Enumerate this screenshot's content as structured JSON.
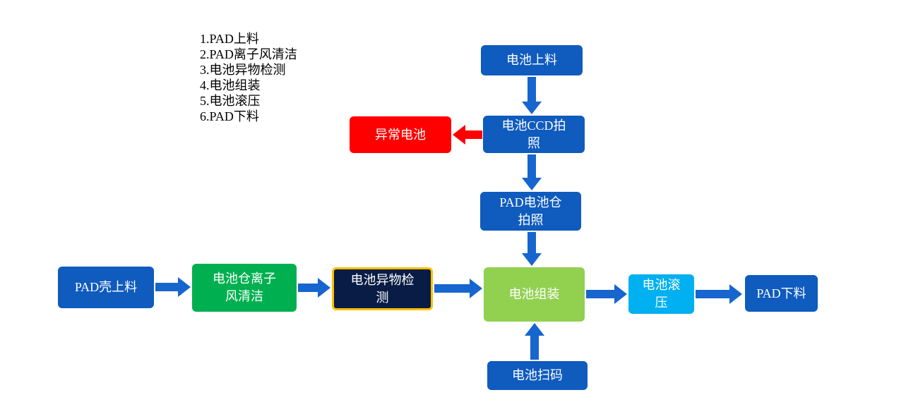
{
  "legend": {
    "items": [
      "1.PAD上料",
      "2.PAD离子风清洁",
      "3.电池异物检测",
      "4.电池组装",
      "5.电池滚压",
      "6.PAD下料"
    ]
  },
  "nodes": {
    "battery_loading": {
      "label": "电池上料"
    },
    "battery_ccd_photo": {
      "label": "电池CCD拍\n照"
    },
    "abnormal_battery": {
      "label": "异常电池"
    },
    "pad_battery_bay_photo": {
      "label": "PAD电池仓\n拍照"
    },
    "battery_assembly": {
      "label": "电池组装"
    },
    "battery_scan": {
      "label": "电池扫码"
    },
    "pad_shell_loading": {
      "label": "PAD壳上料"
    },
    "bay_ion_wind_clean": {
      "label": "电池仓离子\n风清洁"
    },
    "battery_foreign_matter_check": {
      "label": "电池异物检\n测"
    },
    "battery_rolling": {
      "label": "电池滚\n压"
    },
    "pad_unloading": {
      "label": "PAD下料"
    }
  },
  "edges": [
    {
      "from": "电池上料",
      "to": "电池CCD拍照",
      "color": "blue"
    },
    {
      "from": "电池CCD拍照",
      "to": "异常电池",
      "color": "red"
    },
    {
      "from": "电池CCD拍照",
      "to": "PAD电池仓拍照",
      "color": "blue"
    },
    {
      "from": "PAD电池仓拍照",
      "to": "电池组装",
      "color": "blue"
    },
    {
      "from": "电池扫码",
      "to": "电池组装",
      "color": "blue"
    },
    {
      "from": "PAD壳上料",
      "to": "电池仓离子风清洁",
      "color": "blue"
    },
    {
      "from": "电池仓离子风清洁",
      "to": "电池异物检测",
      "color": "blue"
    },
    {
      "from": "电池异物检测",
      "to": "电池组装",
      "color": "blue"
    },
    {
      "from": "电池组装",
      "to": "电池滚压",
      "color": "blue"
    },
    {
      "from": "电池滚压",
      "to": "PAD下料",
      "color": "blue"
    }
  ],
  "colors": {
    "box_blue": "#0F5BBE",
    "green": "#00B050",
    "light_green": "#92D050",
    "cyan": "#00B0F0",
    "red": "#FF0000",
    "navy": "#081C45",
    "gold": "#FFC000",
    "arrow_blue": "#1765CE",
    "arrow_red": "#FF0000"
  }
}
